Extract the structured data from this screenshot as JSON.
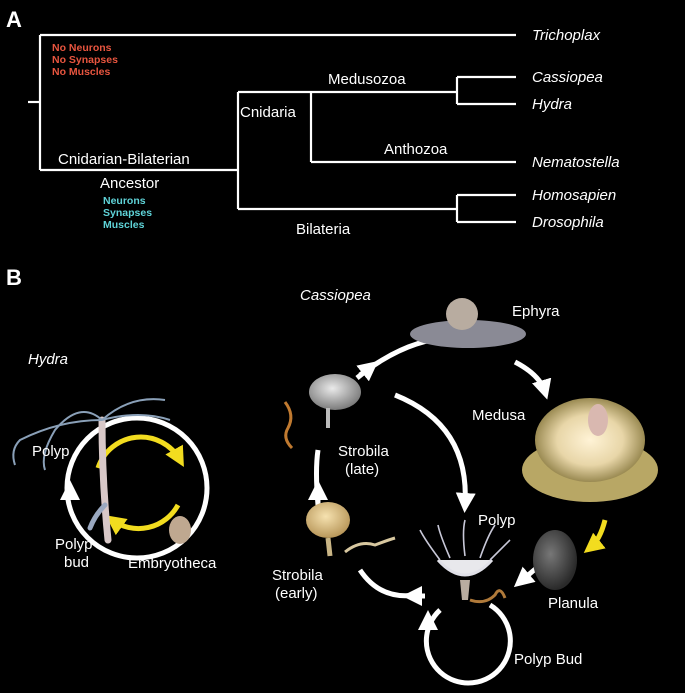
{
  "panels": {
    "a": "A",
    "b": "B"
  },
  "tree": {
    "taxa": [
      "Trichoplax",
      "Cassiopea",
      "Hydra",
      "Nematostella",
      "Homosapien",
      "Drosophila"
    ],
    "clades": {
      "medusozoa": "Medusozoa",
      "cnidaria": "Cnidaria",
      "anthozoa": "Anthozoa",
      "bilateria": "Bilateria",
      "ancestor_line1": "Cnidarian-Bilaterian",
      "ancestor_line2": "Ancestor"
    },
    "absent_traits": [
      "No Neurons",
      "No Synapses",
      "No Muscles"
    ],
    "present_traits": [
      "Neurons",
      "Synapses",
      "Muscles"
    ]
  },
  "hydra": {
    "title": "Hydra",
    "stages": {
      "polyp": "Polyp",
      "bud_line1": "Polyp",
      "bud_line2": "bud",
      "embryotheca": "Embryotheca"
    }
  },
  "cassiopea": {
    "title": "Cassiopea",
    "stages": {
      "ephyra": "Ephyra",
      "medusa": "Medusa",
      "planula": "Planula",
      "polyp": "Polyp",
      "polyp_bud": "Polyp Bud",
      "strobila_late_line1": "Strobila",
      "strobila_late_line2": "(late)",
      "strobila_early_line1": "Strobila",
      "strobila_early_line2": "(early)"
    }
  },
  "colors": {
    "absent": "#e8553f",
    "present": "#5fd3d8",
    "arrow_yellow": "#f2dc1f"
  }
}
